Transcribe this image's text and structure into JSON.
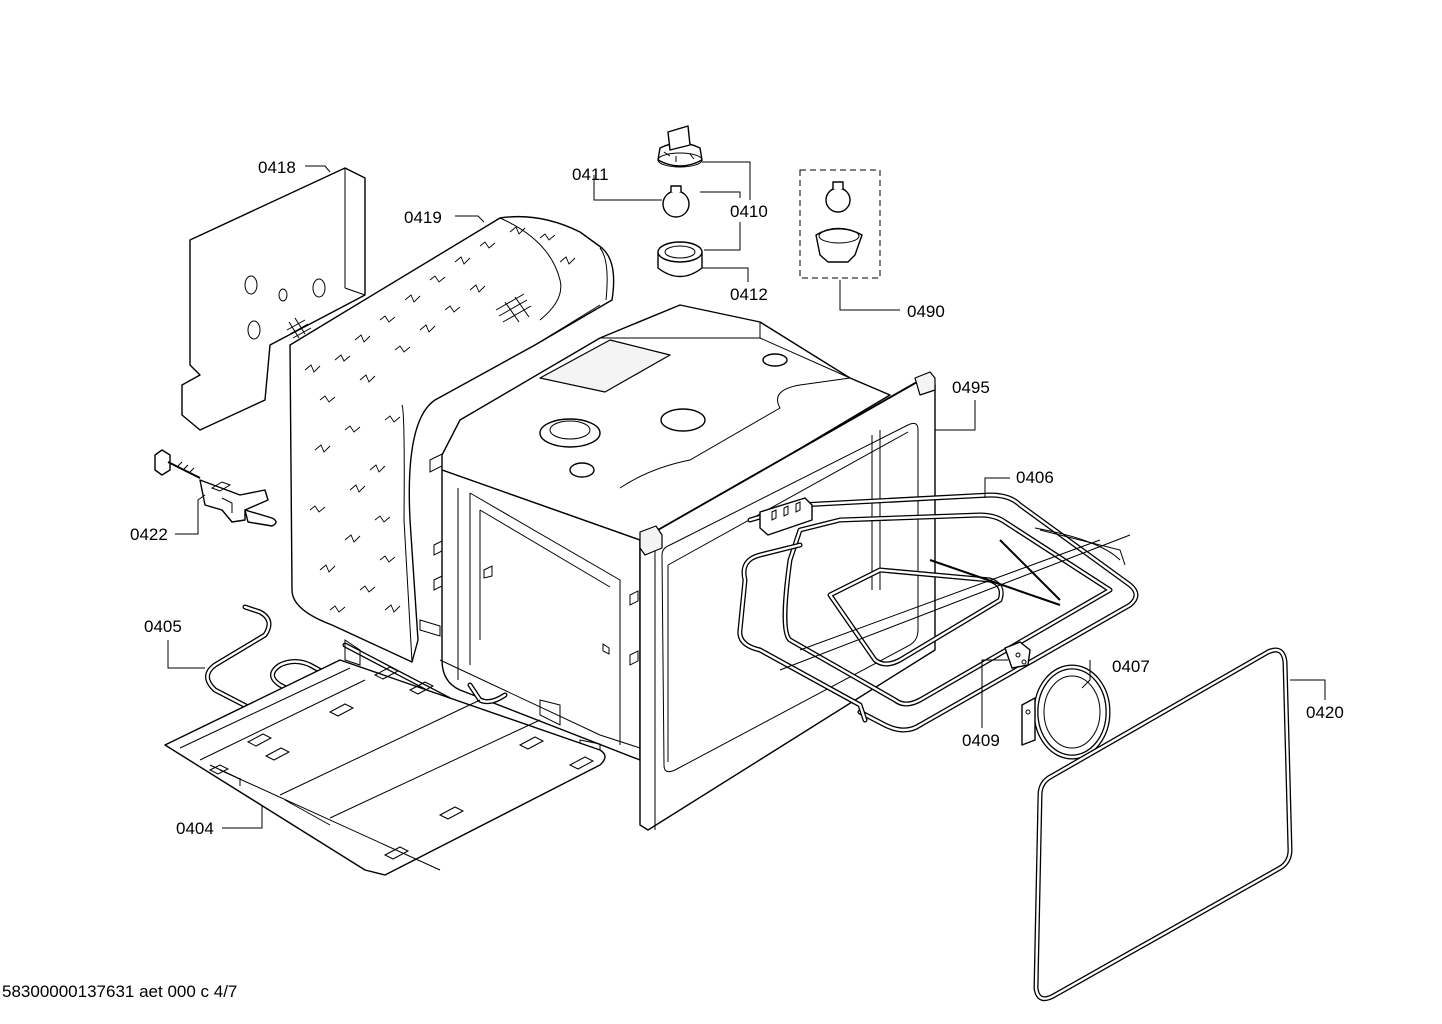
{
  "diagram": {
    "labels": {
      "p0418": "0418",
      "p0419": "0419",
      "p0411": "0411",
      "p0410": "0410",
      "p0412": "0412",
      "p0490": "0490",
      "p0495": "0495",
      "p0406": "0406",
      "p0422": "0422",
      "p0405": "0405",
      "p0404": "0404",
      "p0407": "0407",
      "p0409": "0409",
      "p0420": "0420"
    },
    "footer": "58300000137631 aet 000 c 4/7"
  }
}
